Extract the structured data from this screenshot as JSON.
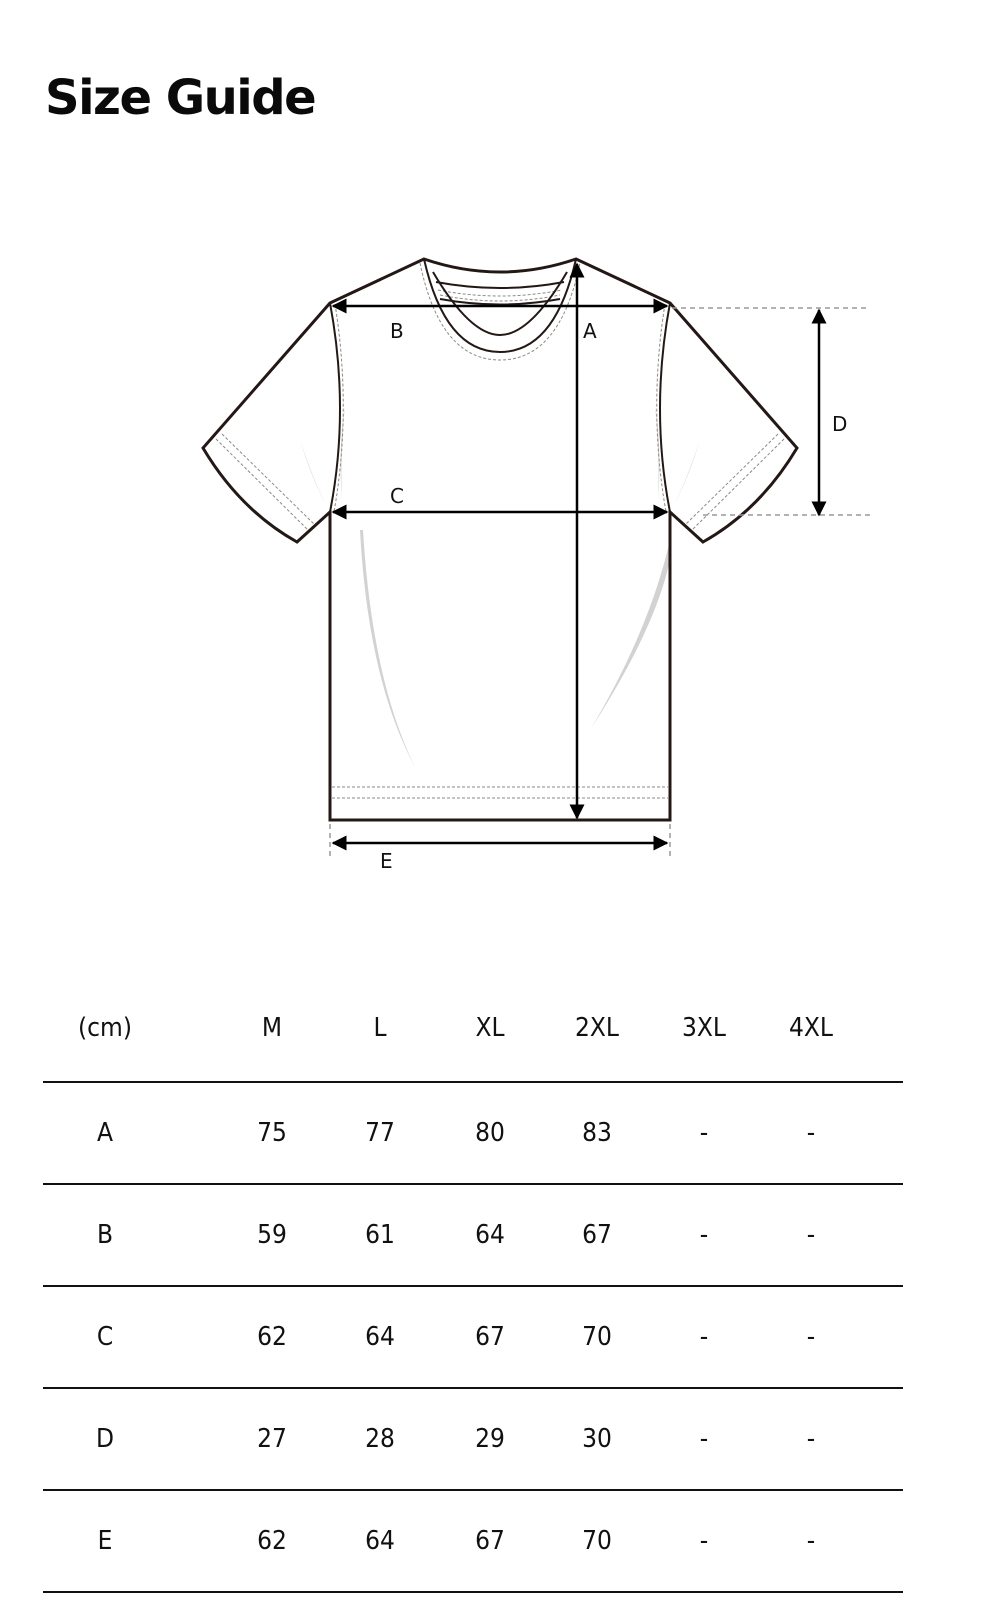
{
  "page": {
    "title": "Size Guide"
  },
  "diagram": {
    "labels": {
      "A": "A",
      "B": "B",
      "C": "C",
      "D": "D",
      "E": "E"
    },
    "outline_color": "#231815",
    "arrow_color": "#000000",
    "guide_color": "#9a9a9a",
    "fold_color": "#cccccc"
  },
  "table": {
    "unit_label": "(cm)",
    "columns": [
      "M",
      "L",
      "XL",
      "2XL",
      "3XL",
      "4XL"
    ],
    "rows": [
      {
        "label": "A",
        "values": [
          "75",
          "77",
          "80",
          "83",
          "-",
          "-"
        ]
      },
      {
        "label": "B",
        "values": [
          "59",
          "61",
          "64",
          "67",
          "-",
          "-"
        ]
      },
      {
        "label": "C",
        "values": [
          "62",
          "64",
          "67",
          "70",
          "-",
          "-"
        ]
      },
      {
        "label": "D",
        "values": [
          "27",
          "28",
          "29",
          "30",
          "-",
          "-"
        ]
      },
      {
        "label": "E",
        "values": [
          "62",
          "64",
          "67",
          "70",
          "-",
          "-"
        ]
      }
    ]
  }
}
